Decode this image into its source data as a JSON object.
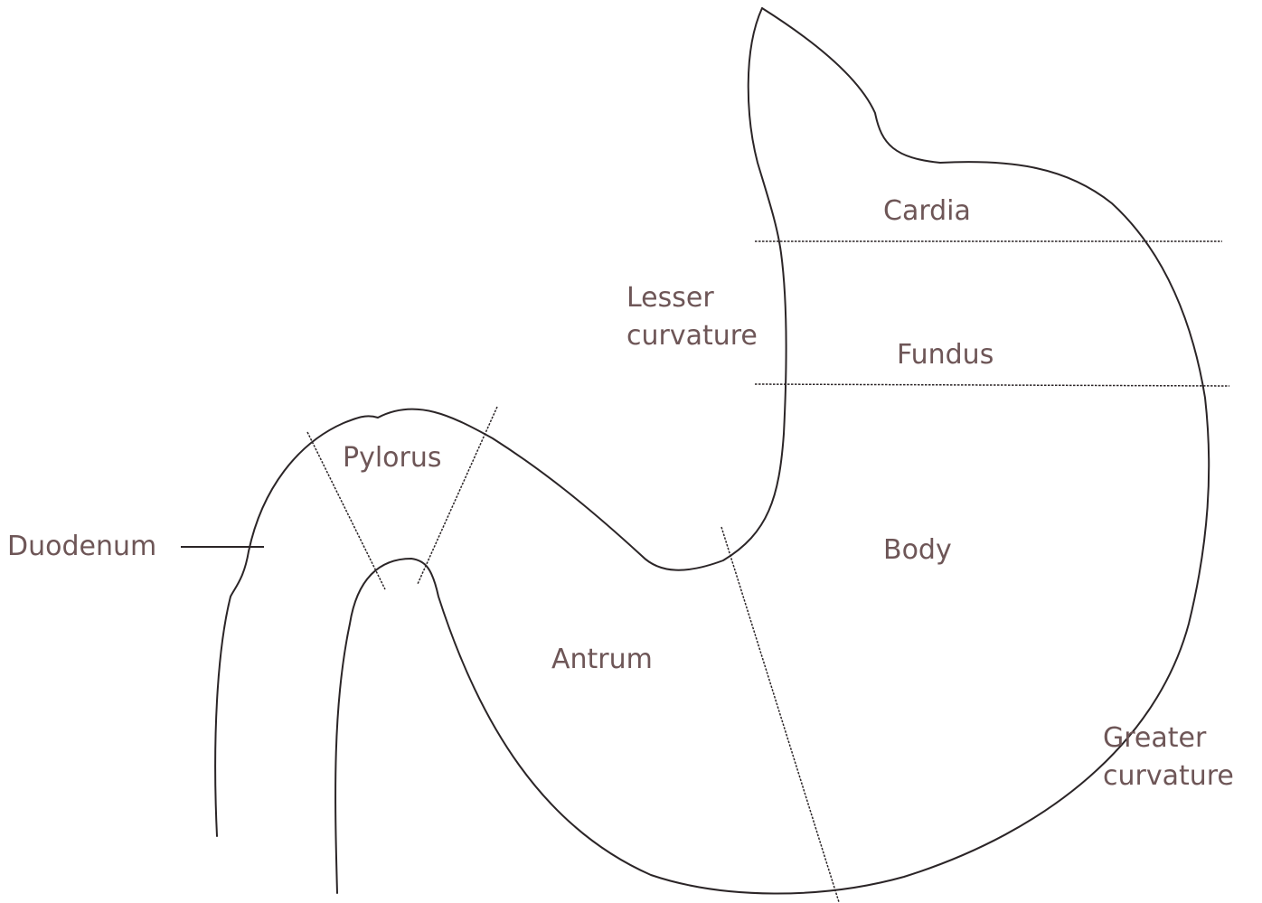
{
  "diagram": {
    "labels": {
      "cardia": "Cardia",
      "lesser_curvature_line1": "Lesser",
      "lesser_curvature_line2": "curvature",
      "fundus": "Fundus",
      "pylorus": "Pylorus",
      "duodenum": "Duodenum",
      "body": "Body",
      "antrum": "Antrum",
      "greater_curvature_line1": "Greater",
      "greater_curvature_line2": "curvature"
    },
    "colors": {
      "outline": "#2b2527",
      "label_text": "#6e5657",
      "background": "#ffffff"
    }
  }
}
